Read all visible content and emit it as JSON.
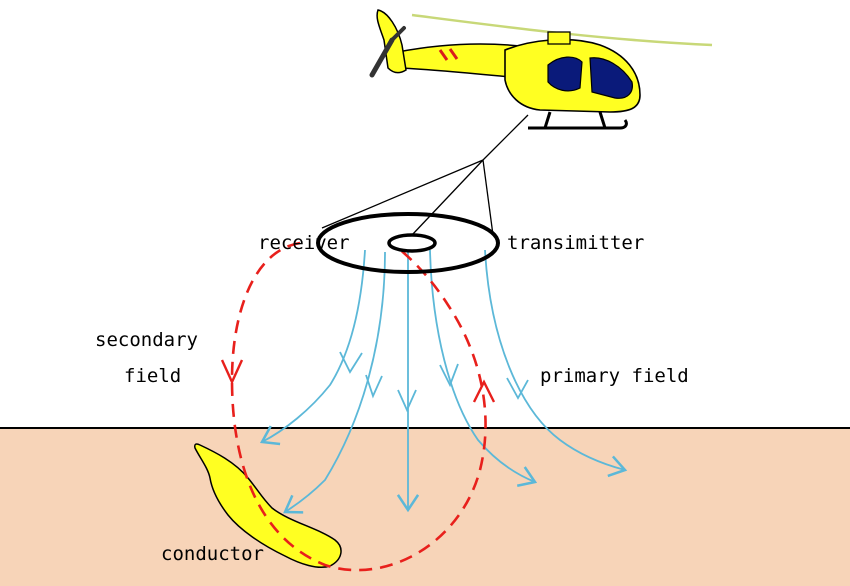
{
  "labels": {
    "receiver": "receiver",
    "transmitter": "transimitter",
    "secondary_line1": "secondary",
    "secondary_line2": "field",
    "primary": "primary field",
    "conductor": "conductor"
  },
  "colors": {
    "ground": "#f7d4b8",
    "ground_line": "#000000",
    "primary_field": "#5cb8d8",
    "secondary_field": "#e8201c",
    "conductor": "#ffff22",
    "helicopter_body": "#ffff22",
    "helicopter_window": "#0a1a7a",
    "helicopter_stripe": "#d81c1c",
    "rotor": "#c8d878"
  },
  "icons": {
    "aircraft": "helicopter-icon"
  }
}
